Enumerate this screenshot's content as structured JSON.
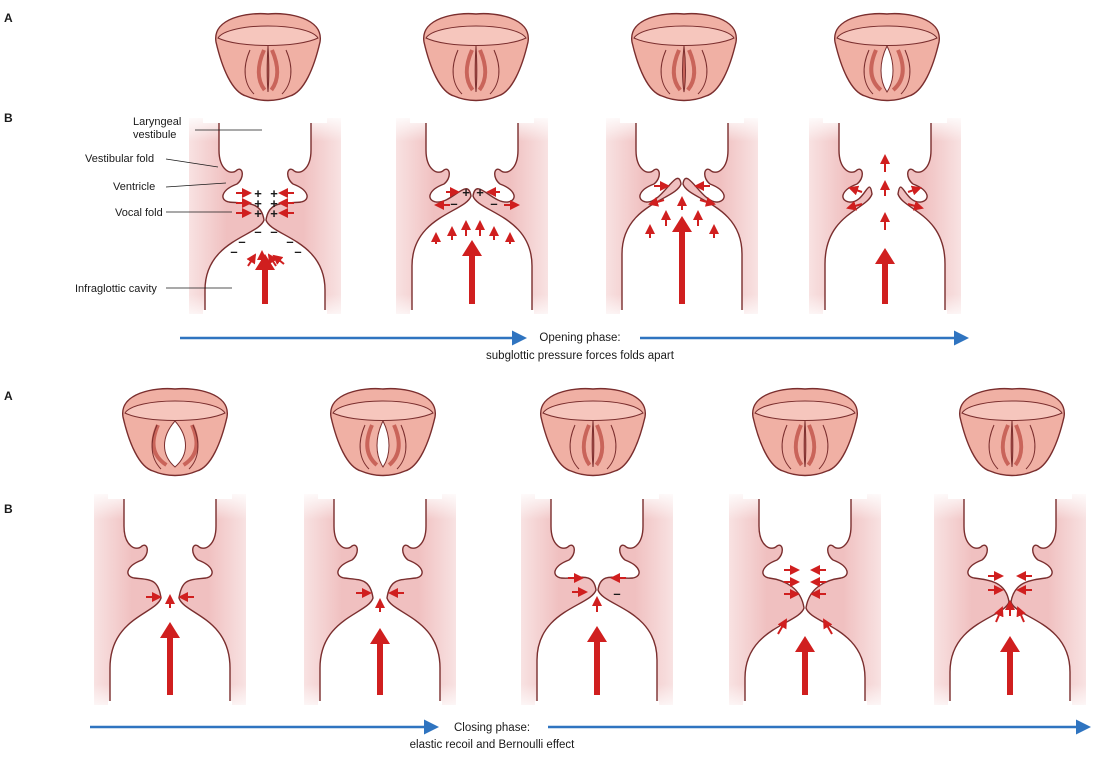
{
  "top_section": {
    "row_label_a": "A",
    "row_label_b": "B",
    "annotations": {
      "laryngeal_vestibule_line1": "Laryngeal",
      "laryngeal_vestibule_line2": "vestibule",
      "vestibular_fold": "Vestibular fold",
      "ventricle": "Ventricle",
      "vocal_fold": "Vocal fold",
      "infraglottic_cavity": "Infraglottic cavity"
    },
    "phase_title": "Opening phase:",
    "phase_subtitle": "subglottic pressure forces folds apart"
  },
  "bottom_section": {
    "row_label_a": "A",
    "row_label_b": "B",
    "phase_title": "Closing phase:",
    "phase_subtitle": "elastic recoil and Bernoulli effect"
  },
  "signs": {
    "plus": "+",
    "minus": "–"
  },
  "colors": {
    "tissue": "#f2c7c7",
    "tissue_edge": "#f8e2e2",
    "outline": "#7a2e2e",
    "larynx_fill": "#f0b0a4",
    "larynx_dark": "#c9645a",
    "pressure_arrow": "#d01f1f",
    "timeline_arrow": "#2f74c0"
  }
}
